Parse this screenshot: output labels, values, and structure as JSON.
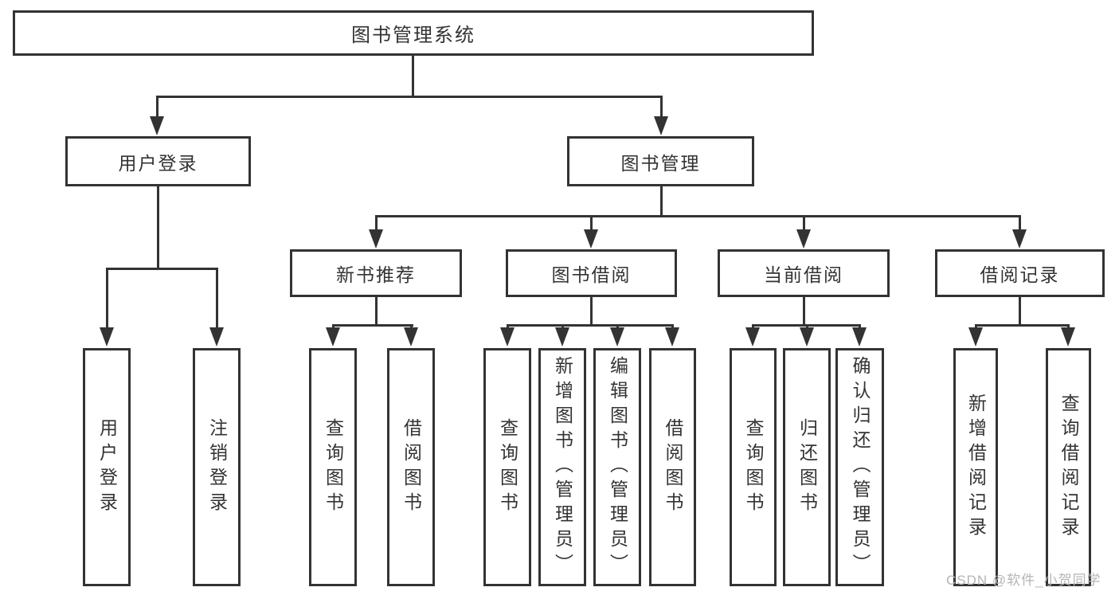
{
  "diagram": {
    "root": {
      "label": "图书管理系统"
    },
    "level2": {
      "user_login": {
        "label": "用户登录"
      },
      "book_mgmt": {
        "label": "图书管理"
      }
    },
    "level3": {
      "new_book_rec": {
        "label": "新书推荐"
      },
      "book_borrow": {
        "label": "图书借阅"
      },
      "current_borrow": {
        "label": "当前借阅"
      },
      "borrow_record": {
        "label": "借阅记录"
      }
    },
    "level4": {
      "user_login_v": {
        "label": "用户登录"
      },
      "logout": {
        "label": "注销登录"
      },
      "query_book_1": {
        "label": "查询图书"
      },
      "borrow_book_1": {
        "label": "借阅图书"
      },
      "query_book_2": {
        "label": "查询图书"
      },
      "add_book": {
        "label": "新增图书（管理员）"
      },
      "edit_book": {
        "label": "编辑图书（管理员）"
      },
      "borrow_book_2": {
        "label": "借阅图书"
      },
      "query_book_3": {
        "label": "查询图书"
      },
      "return_book": {
        "label": "归还图书"
      },
      "confirm_return": {
        "label": "确认归还（管理员）"
      },
      "add_borrow_record": {
        "label": "新增借阅记录"
      },
      "query_borrow_record": {
        "label": "查询借阅记录"
      }
    },
    "watermark": "CSDN @软件_小贺同学",
    "colors": {
      "line": "#333333",
      "text": "#333333",
      "watermark": "#b5b5b5",
      "background": "#ffffff"
    }
  }
}
